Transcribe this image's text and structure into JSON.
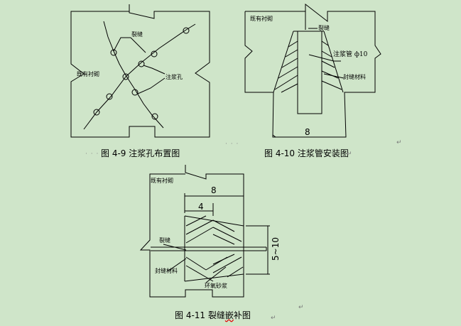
{
  "figures": {
    "fig9": {
      "caption": "图 4-9 注浆孔布置图",
      "label_original_lining": "既有衬砌",
      "label_crack": "裂缝",
      "label_grout_hole": "注浆孔"
    },
    "fig10": {
      "caption": "图 4-10 注浆管安装图",
      "label_original_lining": "既有衬砌",
      "label_crack": "裂缝",
      "label_pipe": "注浆管 ф10",
      "label_seal": "封缝材料",
      "dim_width": "8"
    },
    "fig11": {
      "caption_main": "图 4-11 裂缝",
      "caption_underlined": "嵌",
      "caption_end": "补图",
      "label_original_lining": "既有衬砌",
      "label_crack": "裂缝",
      "label_seal": "封缝材料",
      "label_patch": "环氧砂浆",
      "dim_outer": "8",
      "dim_inner": "4",
      "dim_depth": "5~10"
    }
  },
  "marks": {
    "return": "↵",
    "dots": "· · ·"
  },
  "colors": {
    "background": "#cfe5c9",
    "line": "#000000"
  }
}
